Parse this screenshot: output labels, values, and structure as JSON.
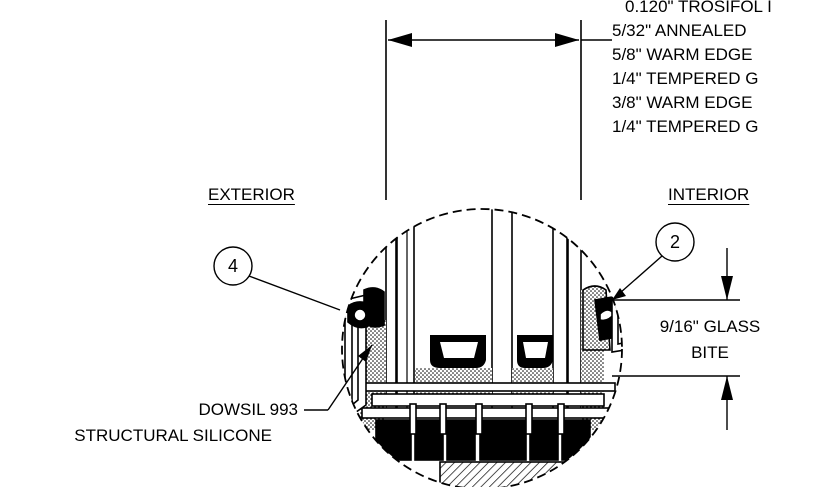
{
  "glass_spec_lines": [
    "0.120\" TROSIFOL I",
    "5/32\" ANNEALED",
    "5/8\" WARM EDGE",
    "1/4\" TEMPERED G",
    "3/8\" WARM EDGE",
    "1/4\" TEMPERED G"
  ],
  "exterior_label": "EXTERIOR",
  "interior_label": "INTERIOR",
  "callout_left": "4",
  "callout_right": "2",
  "glass_bite_line1": "9/16\" GLASS",
  "glass_bite_line2": "BITE",
  "silicone_line1": "DOWSIL 993",
  "silicone_line2": "STRUCTURAL SILICONE"
}
